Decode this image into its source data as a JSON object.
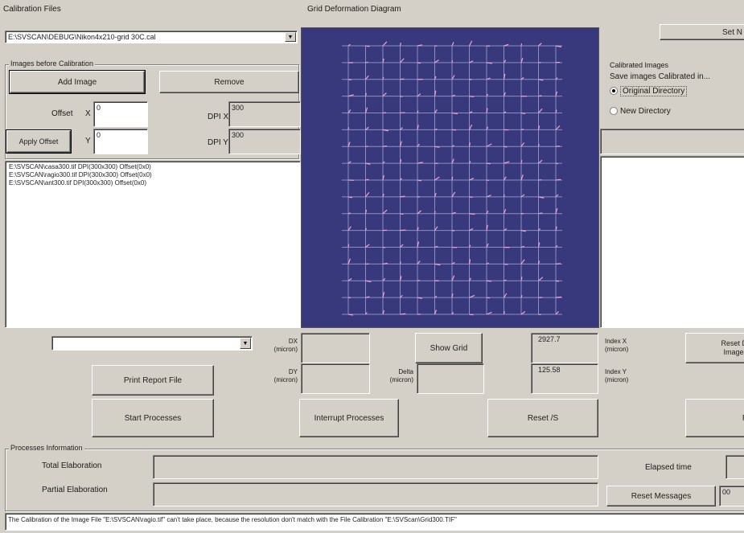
{
  "calibration_files": {
    "group_title": "Calibration Files",
    "selected_file": "E:\\SVSCAN\\DEBUG\\Nikon4x210-grid 30C.cal"
  },
  "grid_deformation": {
    "group_title": "Grid Deformation Diagram"
  },
  "top_right_button": {
    "label": "Set N"
  },
  "images_before": {
    "group_title": "Images before Calibration",
    "add_image_label": "Add Image",
    "remove_label": "Remove",
    "offset_label": "Offset",
    "x_label": "X",
    "y_label": "Y",
    "offset_x_value": "0",
    "offset_y_value": "0",
    "apply_offset_label": "Apply Offset",
    "dpi_x_label": "DPI X",
    "dpi_y_label": "DPI Y",
    "dpi_x_value": "300",
    "dpi_y_value": "300",
    "files": [
      "E:\\SVSCAN\\casa300.tif  DPI(300x300) Offset(0x0)",
      "E:\\SVSCAN\\ragio300.tif  DPI(300x300) Offset(0x0)",
      "E:\\SVSCAN\\ant300.tif  DPI(300x300) Offset(0x0)"
    ]
  },
  "calibrated_images": {
    "group_title": "Calibrated Images",
    "save_label": "Save  images Calibrated in...",
    "options": [
      "Original Directory",
      "New Directory"
    ],
    "selected": "Original Directory"
  },
  "controls": {
    "dx_label": [
      "DX",
      "(micron)"
    ],
    "dy_label": [
      "DY",
      "(micron)"
    ],
    "delta_label": [
      "Delta",
      "(micron)"
    ],
    "show_grid_label": "Show Grid",
    "index_x_label": [
      "Index X",
      "(micron)"
    ],
    "index_y_label": [
      "Index Y",
      "(micron)"
    ],
    "index_x_value": "2927.7",
    "index_y_value": "125.58",
    "reset_images_label": [
      "Reset D",
      "Images"
    ],
    "print_report_label": "Print Report File",
    "start_processes_label": "Start Processes",
    "interrupt_processes_label": "Interrupt Processes",
    "reset_label": "Reset /S"
  },
  "processes_information": {
    "group_title": "Processes Information",
    "total_label": "Total Elaboration",
    "partial_label": "Partial Elaboration",
    "elapsed_label": "Elapsed time",
    "reset_messages_label": "Reset Messages",
    "counter_value": "00"
  },
  "status_message": "The Calibration of the Image File \"E:\\SVSCAN\\ragio.tif\" can't take place, because the resolution don't match with the File Calibration \"E:\\SVScan\\Grid300.TIF\"",
  "colors": {
    "window_bg": "#d4d0c8",
    "plot_bg": "#37397c",
    "grid_line": "#8a8fc0",
    "vector": "#ff9ec8"
  }
}
